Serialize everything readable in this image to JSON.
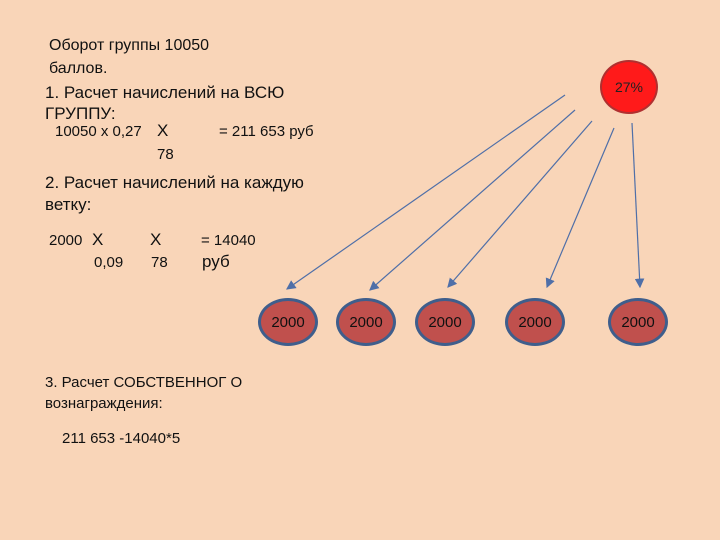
{
  "turnover": {
    "line1": "Оборот группы 10050",
    "line2": "баллов."
  },
  "step1": {
    "title_line1": "1. Расчет начислений на ВСЮ",
    "title_line2": "ГРУППУ:",
    "calc": "10050 х 0,27",
    "x": "Х",
    "result": "= 211 653 руб",
    "factor": "78"
  },
  "step2": {
    "title_line1": "2. Расчет начислений на каждую",
    "title_line2": "ветку:",
    "a": "2000",
    "x1": "Х",
    "x2": "Х",
    "eq": "= 14040",
    "b": "0,09",
    "c": "78",
    "unit": "руб"
  },
  "step3": {
    "title_line1": "3. Расчет  СОБСТВЕННОГ О",
    "title_line2": "вознаграждения:",
    "calc": "211 653 -14040*5"
  },
  "root_label": "27%",
  "branches": [
    "2000",
    "2000",
    "2000",
    "2000",
    "2000"
  ],
  "colors": {
    "background": "#f9d5b8",
    "root": "#ff1a1a",
    "branch": "#c0504d",
    "branch_border": "#3f5e8c",
    "arrow": "#4f6fa8"
  }
}
